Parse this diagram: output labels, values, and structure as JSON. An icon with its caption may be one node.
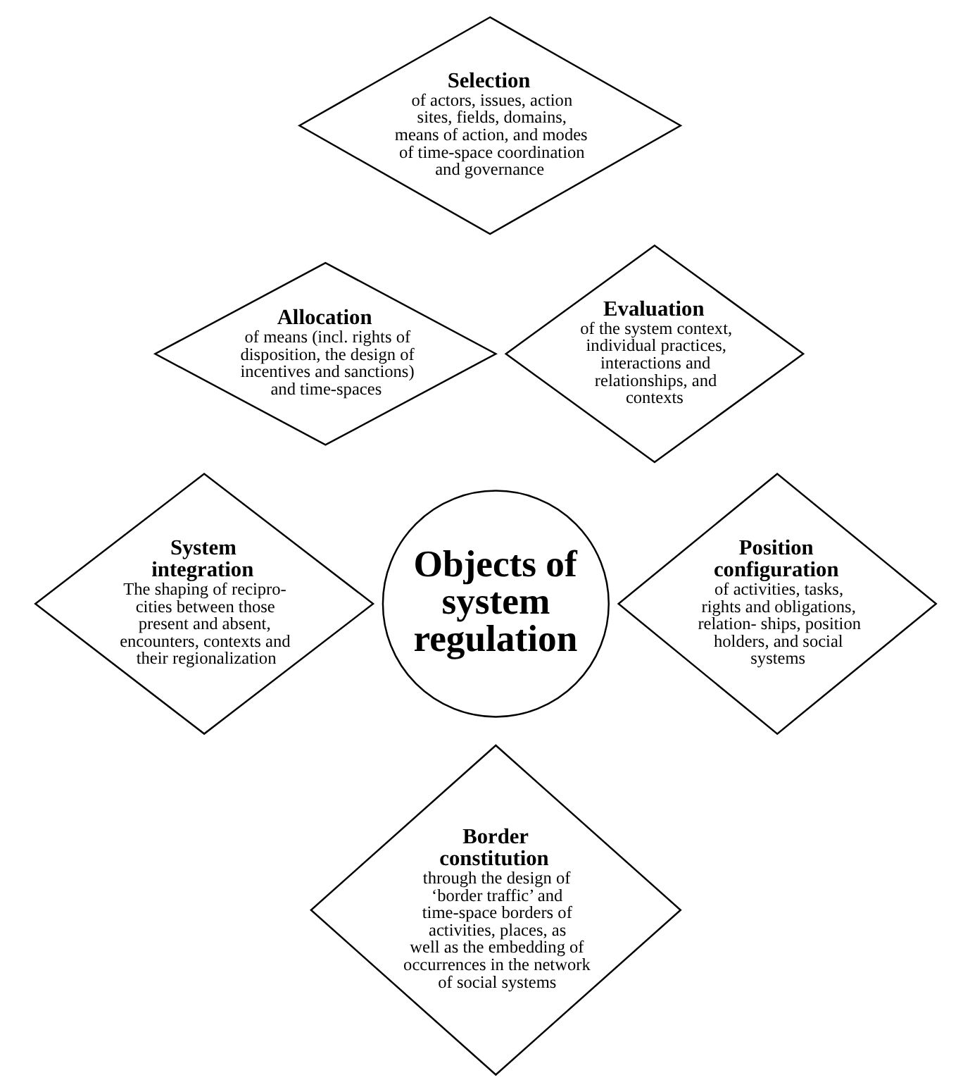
{
  "diagram": {
    "nodes": [
      {
        "text": [
          "Selection",
          "of actors, issues, action sites, fields, domains, means of action, and modes of time-space coordination and governance"
        ]
      },
      {
        "text": [
          "Allocation",
          "of means (incl. rights of disposition, the design of incentives and sanctions) and time-spaces"
        ]
      },
      {
        "text": [
          "Evaluation",
          "of the system context, individual practices, interactions and relationships, and contexts"
        ]
      },
      {
        "text": [
          "Objects of system regulation"
        ]
      },
      {
        "text": [
          "System integration",
          "The shaping of recipro- cities between those present and absent, encounters, contexts and their regionalization"
        ]
      },
      {
        "text": [
          "Position configuration",
          "of activities, tasks, rights and obligations, relation- ships, position holders, and social systems"
        ]
      },
      {
        "text": [
          "Border constitution",
          "through the design of ‘border traffic’ and time-space borders of activities, places, as well as the embedding of occurrences in the network of social systems"
        ]
      }
    ],
    "edges": []
  }
}
